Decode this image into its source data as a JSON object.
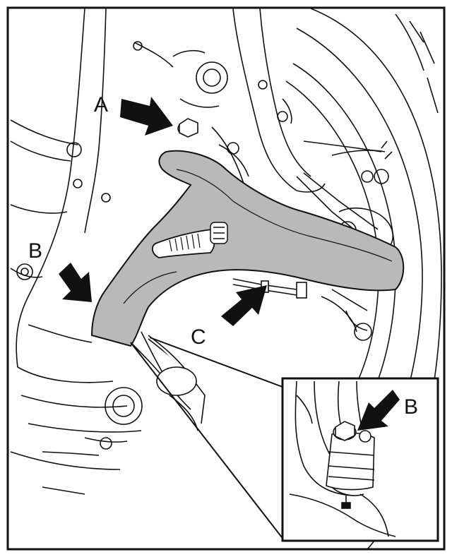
{
  "diagram": {
    "callouts": {
      "a": "A",
      "b_main": "B",
      "c": "C",
      "b_inset": "B"
    },
    "colors": {
      "line": "#111111",
      "highlight_arm": "#b9b9b9",
      "arrow": "#111111",
      "background": "#ffffff"
    },
    "icons": [
      "arrow-a-icon",
      "arrow-b-icon",
      "arrow-c-icon",
      "arrow-inset-b-icon"
    ]
  }
}
